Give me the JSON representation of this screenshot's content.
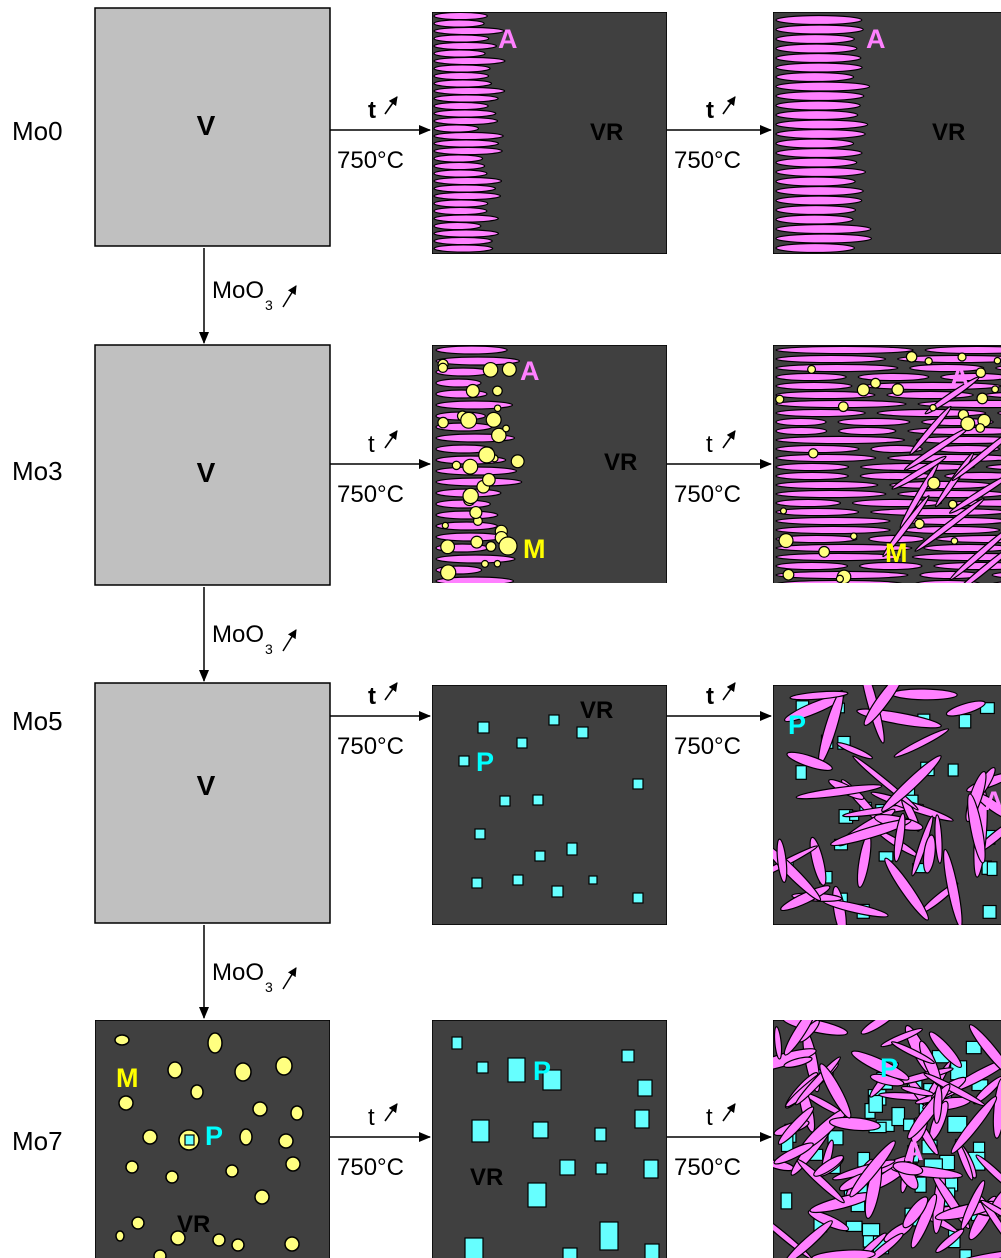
{
  "colors": {
    "matrix": "#404040",
    "glass": "#c0c0c0",
    "austenite": "#ff80ff",
    "molybdate": "#ffff80",
    "precipitate": "#66ffff",
    "letter_dark": "#000000",
    "letter_A": "#ff80ff",
    "letter_M": "#ffff00",
    "letter_P": "#00ffff"
  },
  "labels": {
    "V": "V",
    "VR": "VR",
    "A": "A",
    "M": "M",
    "P": "P",
    "t": "t",
    "temperature": "750°C",
    "additive": "MoO",
    "additive_sub": "3"
  },
  "rows": [
    {
      "name": "Mo0"
    },
    {
      "name": "Mo3"
    },
    {
      "name": "Mo5"
    },
    {
      "name": "Mo7"
    }
  ]
}
